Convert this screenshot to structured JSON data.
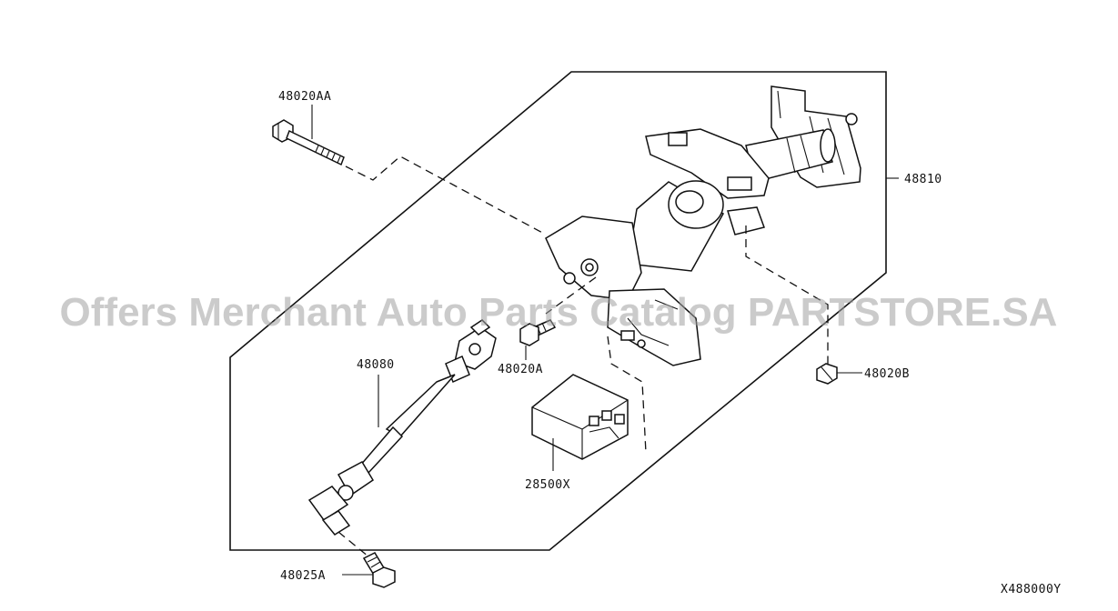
{
  "diagram": {
    "parts": {
      "bolt_top": "48020AA",
      "column_assembly": "48810",
      "nut_right": "48020B",
      "bolt_middle": "48020A",
      "lower_shaft": "48080",
      "control_module": "28500X",
      "bolt_bottom": "48025A"
    },
    "drawing_code": "X488000Y"
  },
  "watermark": "Offers Merchant Auto Parts Catalog PARTSTORE.SA"
}
